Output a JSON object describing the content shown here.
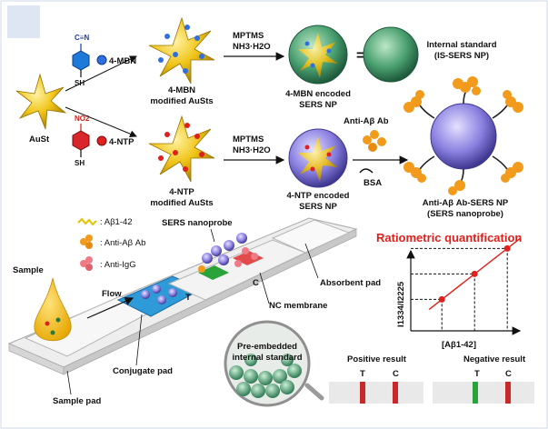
{
  "reagents": {
    "mbn": "4-MBN",
    "ntp": "4-NTP",
    "cn": "C≡N",
    "sh_top": "SH",
    "no2": "NO2",
    "sh_bottom": "SH"
  },
  "austar": {
    "label": "AuSt"
  },
  "mbn_mod": {
    "line1": "4-MBN",
    "line2": "modified AuSts"
  },
  "ntp_mod": {
    "line1": "4-NTP",
    "line2": "modified AuSts"
  },
  "arrows": {
    "mptms1": "MPTMS",
    "nh3_1": "NH3·H2O",
    "mptms2": "MPTMS",
    "nh3_2": "NH3·H2O",
    "anti_ab": "Anti-Aβ Ab",
    "bsa": "BSA",
    "equals": "="
  },
  "encoded": {
    "mbn_line1": "4-MBN encoded",
    "mbn_line2": "SERS NP",
    "ntp_line1": "4-NTP encoded",
    "ntp_line2": "SERS NP"
  },
  "internal_standard": {
    "line1": "Internal standard",
    "line2": "(IS-SERS NP)"
  },
  "probe": {
    "line1": "Anti-Aβ Ab-SERS NP",
    "line2": "(SERS nanoprobe)"
  },
  "legend": {
    "abeta": ": Aβ1-42",
    "anti_ab": ": Anti-Aβ Ab",
    "anti_igg": ": Anti-IgG"
  },
  "strip": {
    "sample": "Sample",
    "flow": "Flow",
    "sers_nanoprobe": "SERS nanoprobe",
    "absorbent_pad": "Absorbent pad",
    "nc_membrane": "NC membrane",
    "conjugate_pad": "Conjugate pad",
    "sample_pad": "Sample pad",
    "t": "T",
    "c": "C",
    "pre_embedded_1": "Pre-embedded",
    "pre_embedded_2": "internal standard"
  },
  "ratiometric": {
    "title": "Ratiometric quantification",
    "ylabel": "I1334/I2225",
    "xlabel": "[Aβ1-42]"
  },
  "chart_data": {
    "type": "line",
    "title": "Ratiometric quantification",
    "xlabel": "[Aβ1-42]",
    "ylabel": "I1334/I2225",
    "points": [
      [
        1,
        1
      ],
      [
        2,
        2
      ],
      [
        3,
        3
      ]
    ]
  },
  "results": {
    "positive": "Positive result",
    "negative": "Negative result",
    "t": "T",
    "c": "C",
    "t2": "T",
    "c2": "C"
  },
  "colors": {
    "gold": "#f2c81e",
    "red_label": "#e0201c",
    "blue_pad": "#2e9ad8",
    "green_line": "#2aa33a",
    "red_line": "#c8282a",
    "sers_np_green": "#3f9a6a",
    "sers_np_purple": "#7b6fd6"
  }
}
